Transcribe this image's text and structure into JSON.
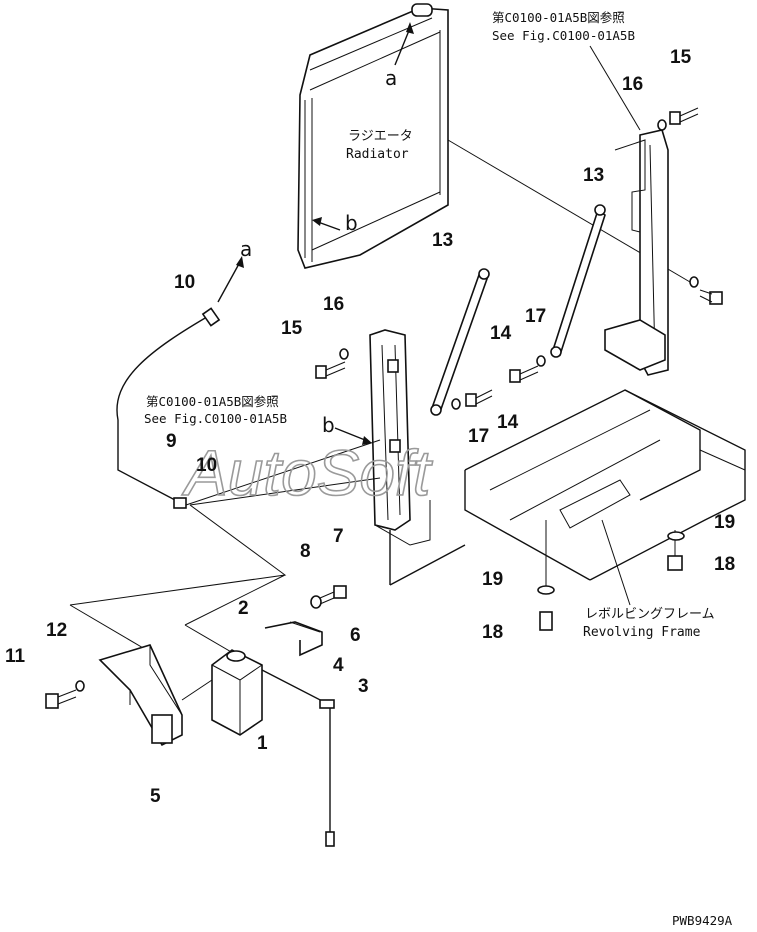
{
  "reference_top": {
    "line1": "第C0100-01A5B図参照",
    "line2": "See Fig.C0100-01A5B"
  },
  "reference_left": {
    "line1": "第C0100-01A5B図参照",
    "line2": "See Fig.C0100-01A5B"
  },
  "radiator": {
    "label_jp": "ラジエータ",
    "label_en": "Radiator"
  },
  "revolving_frame": {
    "label_jp": "レボルビングフレーム",
    "label_en": "Revolving Frame"
  },
  "arrow_tags": {
    "a_top": "a",
    "b_top": "b",
    "a_hose": "a",
    "b_mid": "b"
  },
  "part_numbers": {
    "n1": "1",
    "n2": "2",
    "n3": "3",
    "n4": "4",
    "n5": "5",
    "n6": "6",
    "n7": "7",
    "n8": "8",
    "n9": "9",
    "n10a": "10",
    "n10b": "10",
    "n11": "11",
    "n12": "12",
    "n13a": "13",
    "n13b": "13",
    "n14a": "14",
    "n14b": "14",
    "n15a": "15",
    "n15b": "15",
    "n16a": "16",
    "n16b": "16",
    "n17a": "17",
    "n17b": "17",
    "n18a": "18",
    "n18b": "18",
    "n19a": "19",
    "n19b": "19"
  },
  "watermark": "AutoSoft",
  "drawing_code": "PWB9429A"
}
